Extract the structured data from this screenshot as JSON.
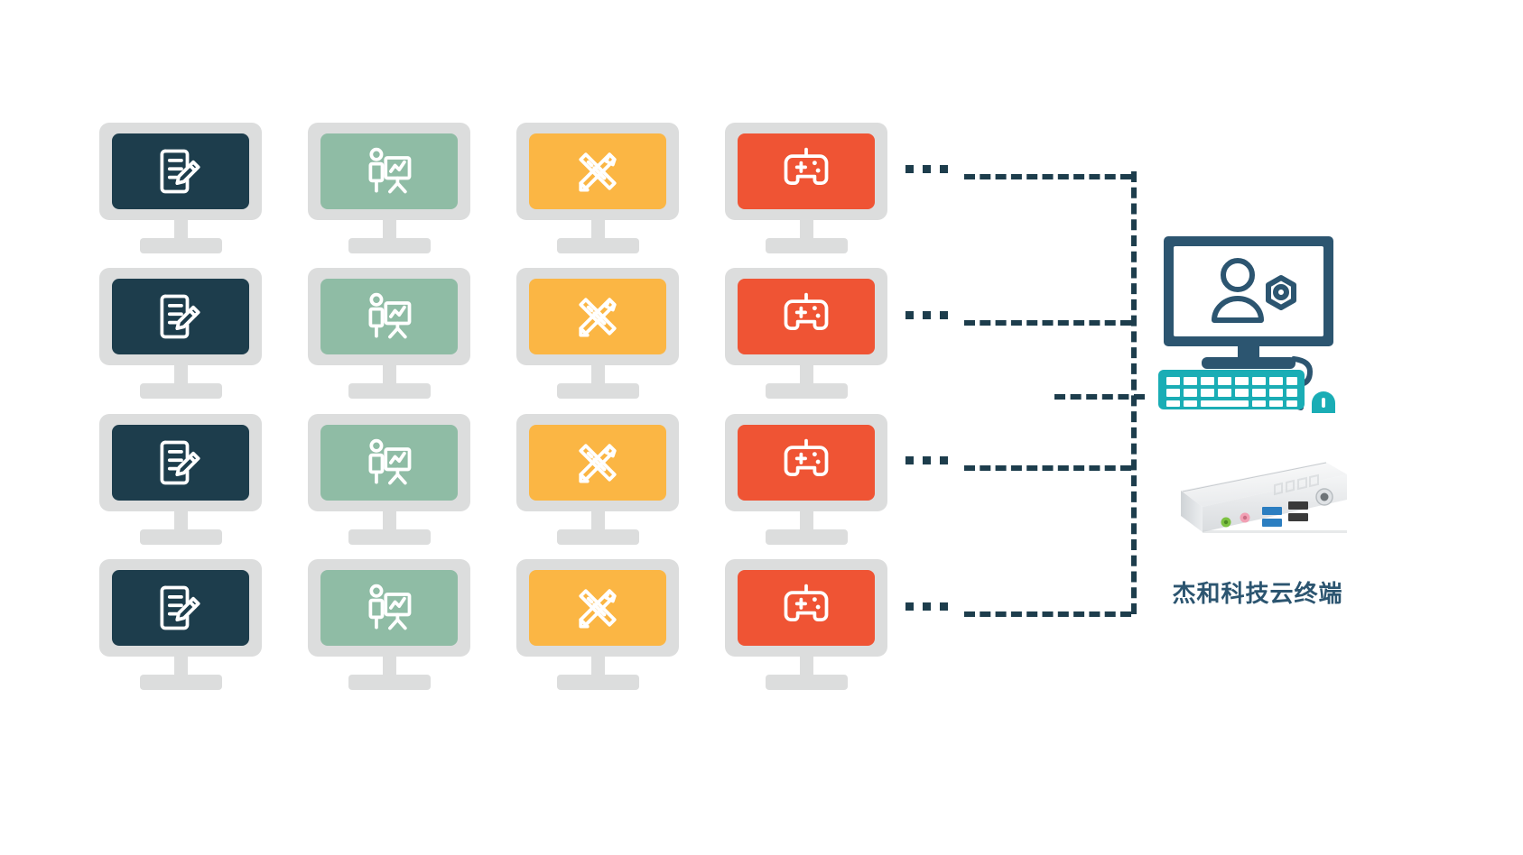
{
  "diagram": {
    "title_caption": "杰和科技云终端",
    "colors": {
      "document_screen": "#1d3d4c",
      "presentation_screen": "#8fbca5",
      "design_screen": "#fbb644",
      "gaming_screen": "#ef5434",
      "monitor_bezel": "#dcdddd",
      "connector_line": "#1d3d4c",
      "admin_monitor": "#2c5570",
      "keyboard": "#1aadb5",
      "caption_text": "#2c5570",
      "background": "#ffffff"
    },
    "client_columns": [
      {
        "id": "document",
        "icon": "document-edit-icon",
        "screen_color": "#1d3d4c",
        "icon_color": "#ffffff"
      },
      {
        "id": "presentation",
        "icon": "presenter-chart-board-icon",
        "screen_color": "#8fbca5",
        "icon_color": "#ffffff"
      },
      {
        "id": "design",
        "icon": "ruler-pencil-icon",
        "screen_color": "#fbb644",
        "icon_color": "#ffffff"
      },
      {
        "id": "gaming",
        "icon": "game-controller-icon",
        "screen_color": "#ef5434",
        "icon_color": "#ffffff"
      }
    ],
    "grid": {
      "rows": 4,
      "columns": 4,
      "total_clients": 16
    },
    "row_ellipsis_label": "...",
    "rows": [
      {
        "index": 1,
        "ellipsis": "..."
      },
      {
        "index": 2,
        "ellipsis": "..."
      },
      {
        "index": 3,
        "ellipsis": "..."
      },
      {
        "index": 4,
        "ellipsis": "..."
      }
    ],
    "server": {
      "monitor_icon": "user-gear-admin-icon",
      "keyboard_icon": "keyboard-icon",
      "mouse_icon": "mouse-icon",
      "device_icon": "mini-pc-icon",
      "device_ports": [
        {
          "name": "audio-out-jack",
          "color": "#7dc242"
        },
        {
          "name": "microphone-jack",
          "color": "#f2a0b4"
        },
        {
          "name": "usb3-port",
          "color": "#2b7ec1"
        },
        {
          "name": "usb3-port",
          "color": "#2b7ec1"
        },
        {
          "name": "usb2-port",
          "color": "#3a3a3a"
        },
        {
          "name": "usb2-port",
          "color": "#3a3a3a"
        },
        {
          "name": "power-button",
          "color": "#4a4a4a"
        }
      ]
    }
  }
}
